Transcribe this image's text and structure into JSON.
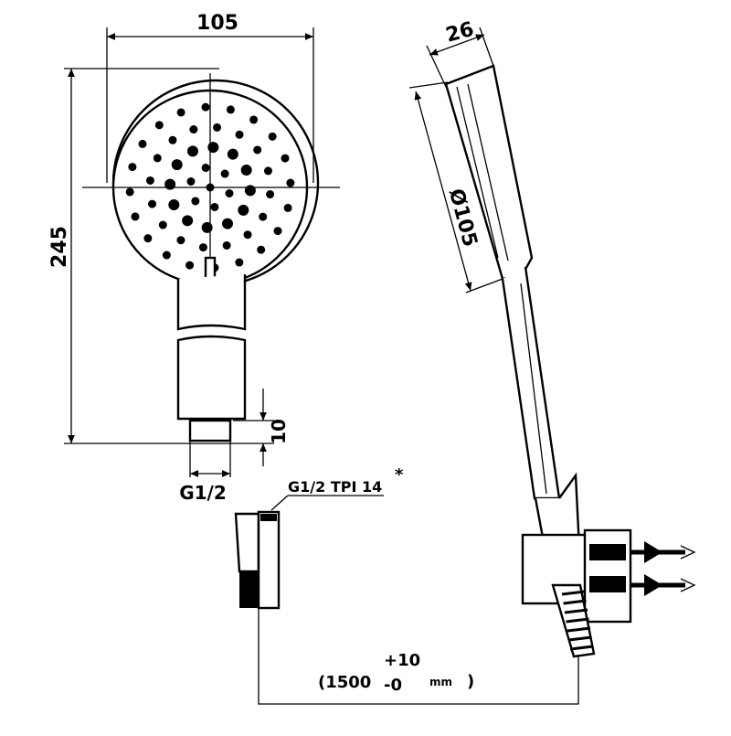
{
  "front_view": {
    "width_label": "105",
    "height_label": "245",
    "connector_height_label": "10",
    "connector_thread_label": "G1/2"
  },
  "side_view": {
    "depth_label": "26",
    "diameter_label": "Ø105"
  },
  "hose": {
    "thread_label": "G1/2 TPI 14",
    "note_mark": "*",
    "length_open": "(1500",
    "tol_plus": "+10",
    "tol_minus": "-0",
    "unit": "mm",
    "length_close": ")"
  },
  "colors": {
    "line": "#000000",
    "background": "#ffffff"
  }
}
